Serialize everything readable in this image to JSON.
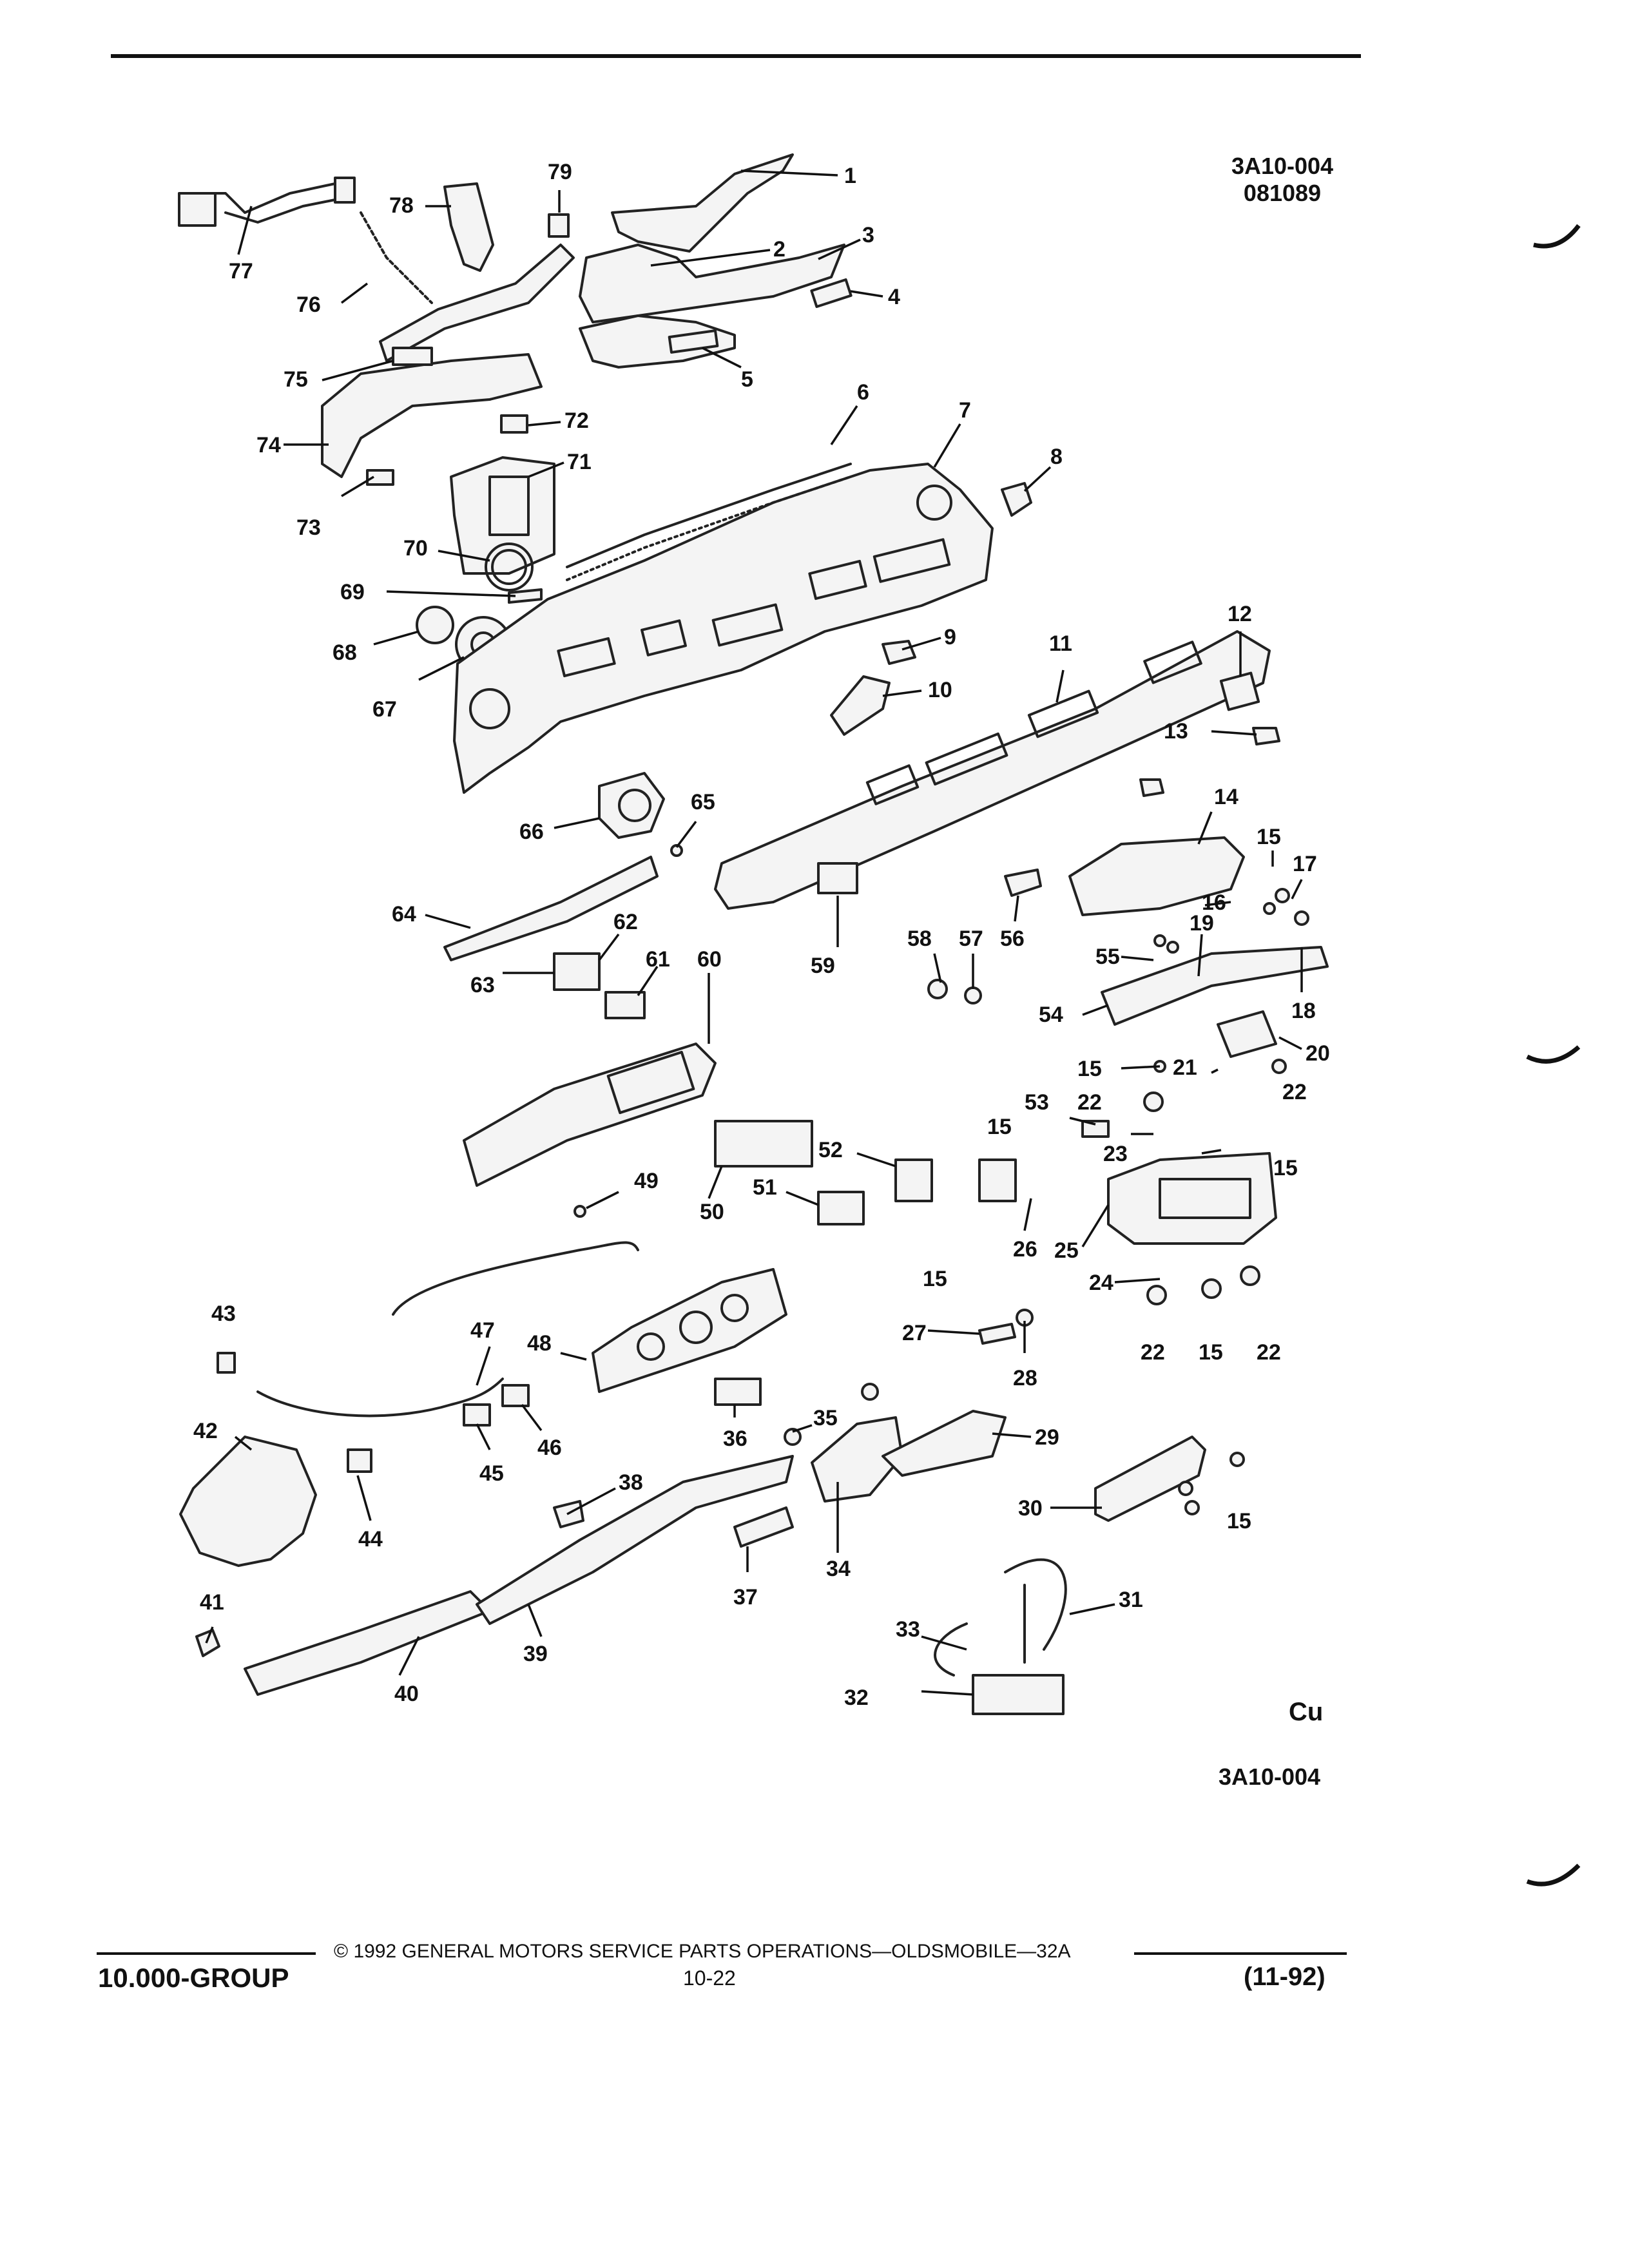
{
  "drawing": {
    "code_top": "3A10-004",
    "date_code": "081089",
    "code_bottom": "3A10-004",
    "cu_mark": "Cu"
  },
  "callouts": [
    "1",
    "2",
    "3",
    "4",
    "5",
    "6",
    "7",
    "8",
    "9",
    "10",
    "11",
    "12",
    "13",
    "14",
    "15",
    "16",
    "17",
    "18",
    "19",
    "20",
    "21",
    "22",
    "23",
    "24",
    "25",
    "26",
    "27",
    "28",
    "29",
    "30",
    "31",
    "32",
    "33",
    "34",
    "35",
    "36",
    "37",
    "38",
    "39",
    "40",
    "41",
    "42",
    "43",
    "44",
    "45",
    "46",
    "47",
    "48",
    "49",
    "50",
    "51",
    "52",
    "53",
    "54",
    "55",
    "56",
    "57",
    "58",
    "59",
    "60",
    "61",
    "62",
    "63",
    "64",
    "65",
    "66",
    "67",
    "68",
    "69",
    "70",
    "71",
    "72",
    "73",
    "74",
    "75",
    "76",
    "77",
    "78",
    "79"
  ],
  "footer": {
    "copyright": "© 1992 GENERAL MOTORS SERVICE PARTS OPERATIONS—OLDSMOBILE—32A",
    "group": "10.000-GROUP",
    "page": "10-22",
    "revision": "(11-92)"
  }
}
